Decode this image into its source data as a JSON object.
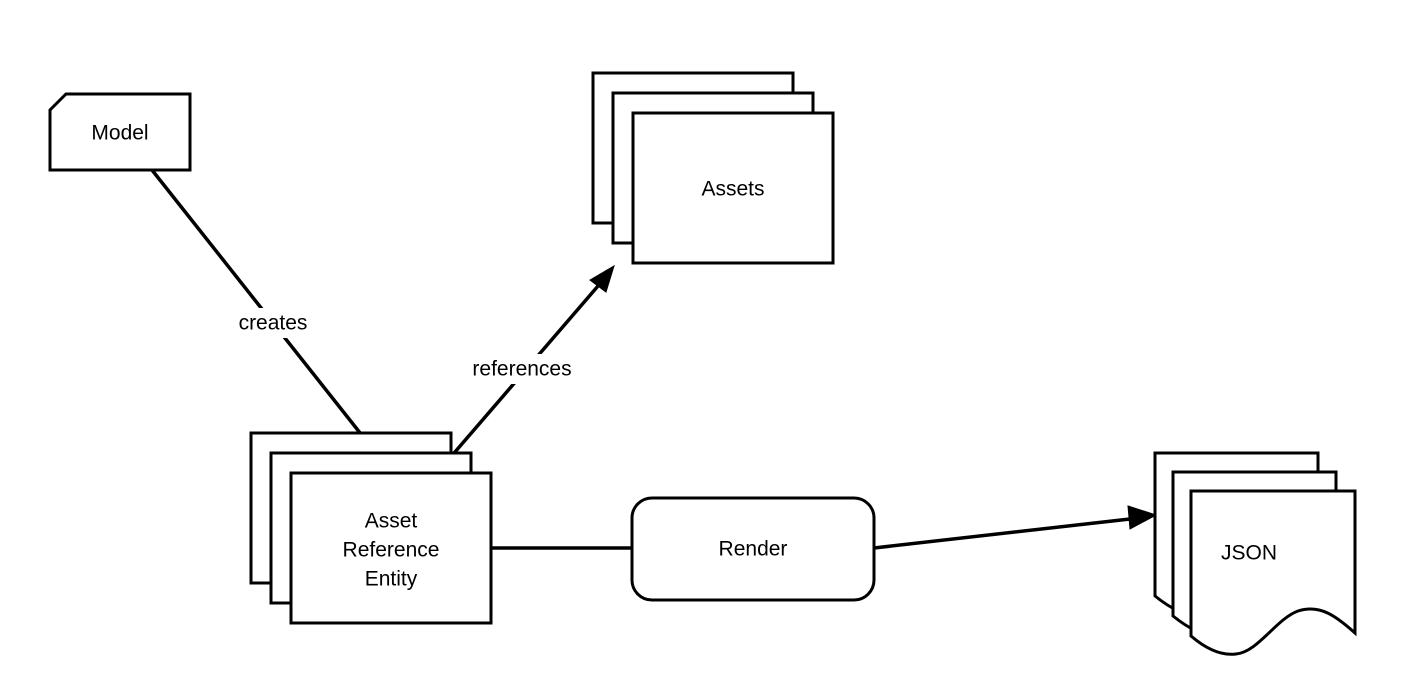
{
  "diagram": {
    "nodes": {
      "model": {
        "label": "Model",
        "shape": "card"
      },
      "assets": {
        "label": "Assets",
        "shape": "multi-document"
      },
      "asset_reference_entity": {
        "label_lines": [
          "Asset",
          "Reference",
          "Entity"
        ],
        "shape": "multi-document"
      },
      "render": {
        "label": "Render",
        "shape": "rounded-process"
      },
      "json": {
        "label": "JSON",
        "shape": "multi-document-wave"
      }
    },
    "edges": {
      "creates": {
        "from": "Model",
        "to": "Asset Reference Entity",
        "label": "creates"
      },
      "references": {
        "from": "Asset Reference Entity",
        "to": "Assets",
        "label": "references"
      },
      "entity_to_render": {
        "from": "Asset Reference Entity",
        "to": "Render",
        "label": ""
      },
      "render_to_json": {
        "from": "Render",
        "to": "JSON",
        "label": ""
      }
    },
    "colors": {
      "stroke": "#000000",
      "fill": "#ffffff",
      "background": "#ffffff"
    }
  }
}
